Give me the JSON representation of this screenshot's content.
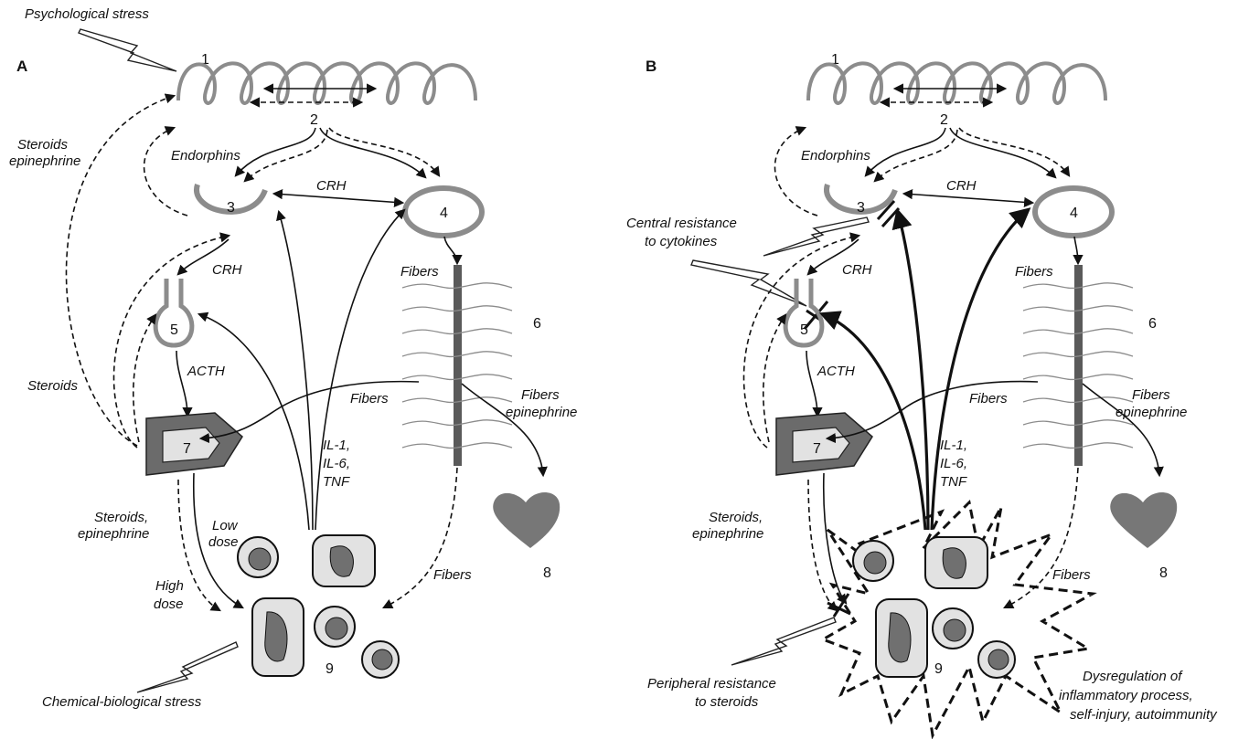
{
  "panel_a": {
    "letter": "A",
    "psych_stress": "Psychological stress",
    "chem_stress": "Chemical-biological stress",
    "steroids_epinephrine": "Steroids\nepinephrine",
    "endorphins": "Endorphins",
    "crh_top": "CRH",
    "crh_mid": "CRH",
    "acth": "ACTH",
    "steroids": "Steroids",
    "fibers_top": "Fibers",
    "fibers_mid": "Fibers",
    "fibers_epinephrine": "Fibers\nepinephrine",
    "fibers_low": "Fibers",
    "cytokines": "IL-1,\nIL-6,\nTNF",
    "steroids_epinephrine_low": "Steroids,\nepinephrine",
    "low_dose": "Low\ndose",
    "high_dose": "High\ndose",
    "numbers": [
      "1",
      "2",
      "3",
      "4",
      "5",
      "6",
      "7",
      "8",
      "9"
    ]
  },
  "panel_b": {
    "letter": "B",
    "endorphins": "Endorphins",
    "crh_top": "CRH",
    "crh_mid": "CRH",
    "acth": "ACTH",
    "central_resistance": "Central resistance\nto cytokines",
    "fibers_top": "Fibers",
    "fibers_mid": "Fibers",
    "fibers_epinephrine": "Fibers\nepinephrine",
    "fibers_low": "Fibers",
    "cytokines": "IL-1,\nIL-6,\nTNF",
    "steroids_epinephrine_low": "Steroids,\nepinephrine",
    "peripheral_resistance": "Peripheral resistance\nto steroids",
    "dysregulation": "Dysregulation of\ninflammatory process,\nself-injury, autoimmunity",
    "numbers": [
      "1",
      "2",
      "3",
      "4",
      "5",
      "6",
      "7",
      "8",
      "9"
    ]
  }
}
